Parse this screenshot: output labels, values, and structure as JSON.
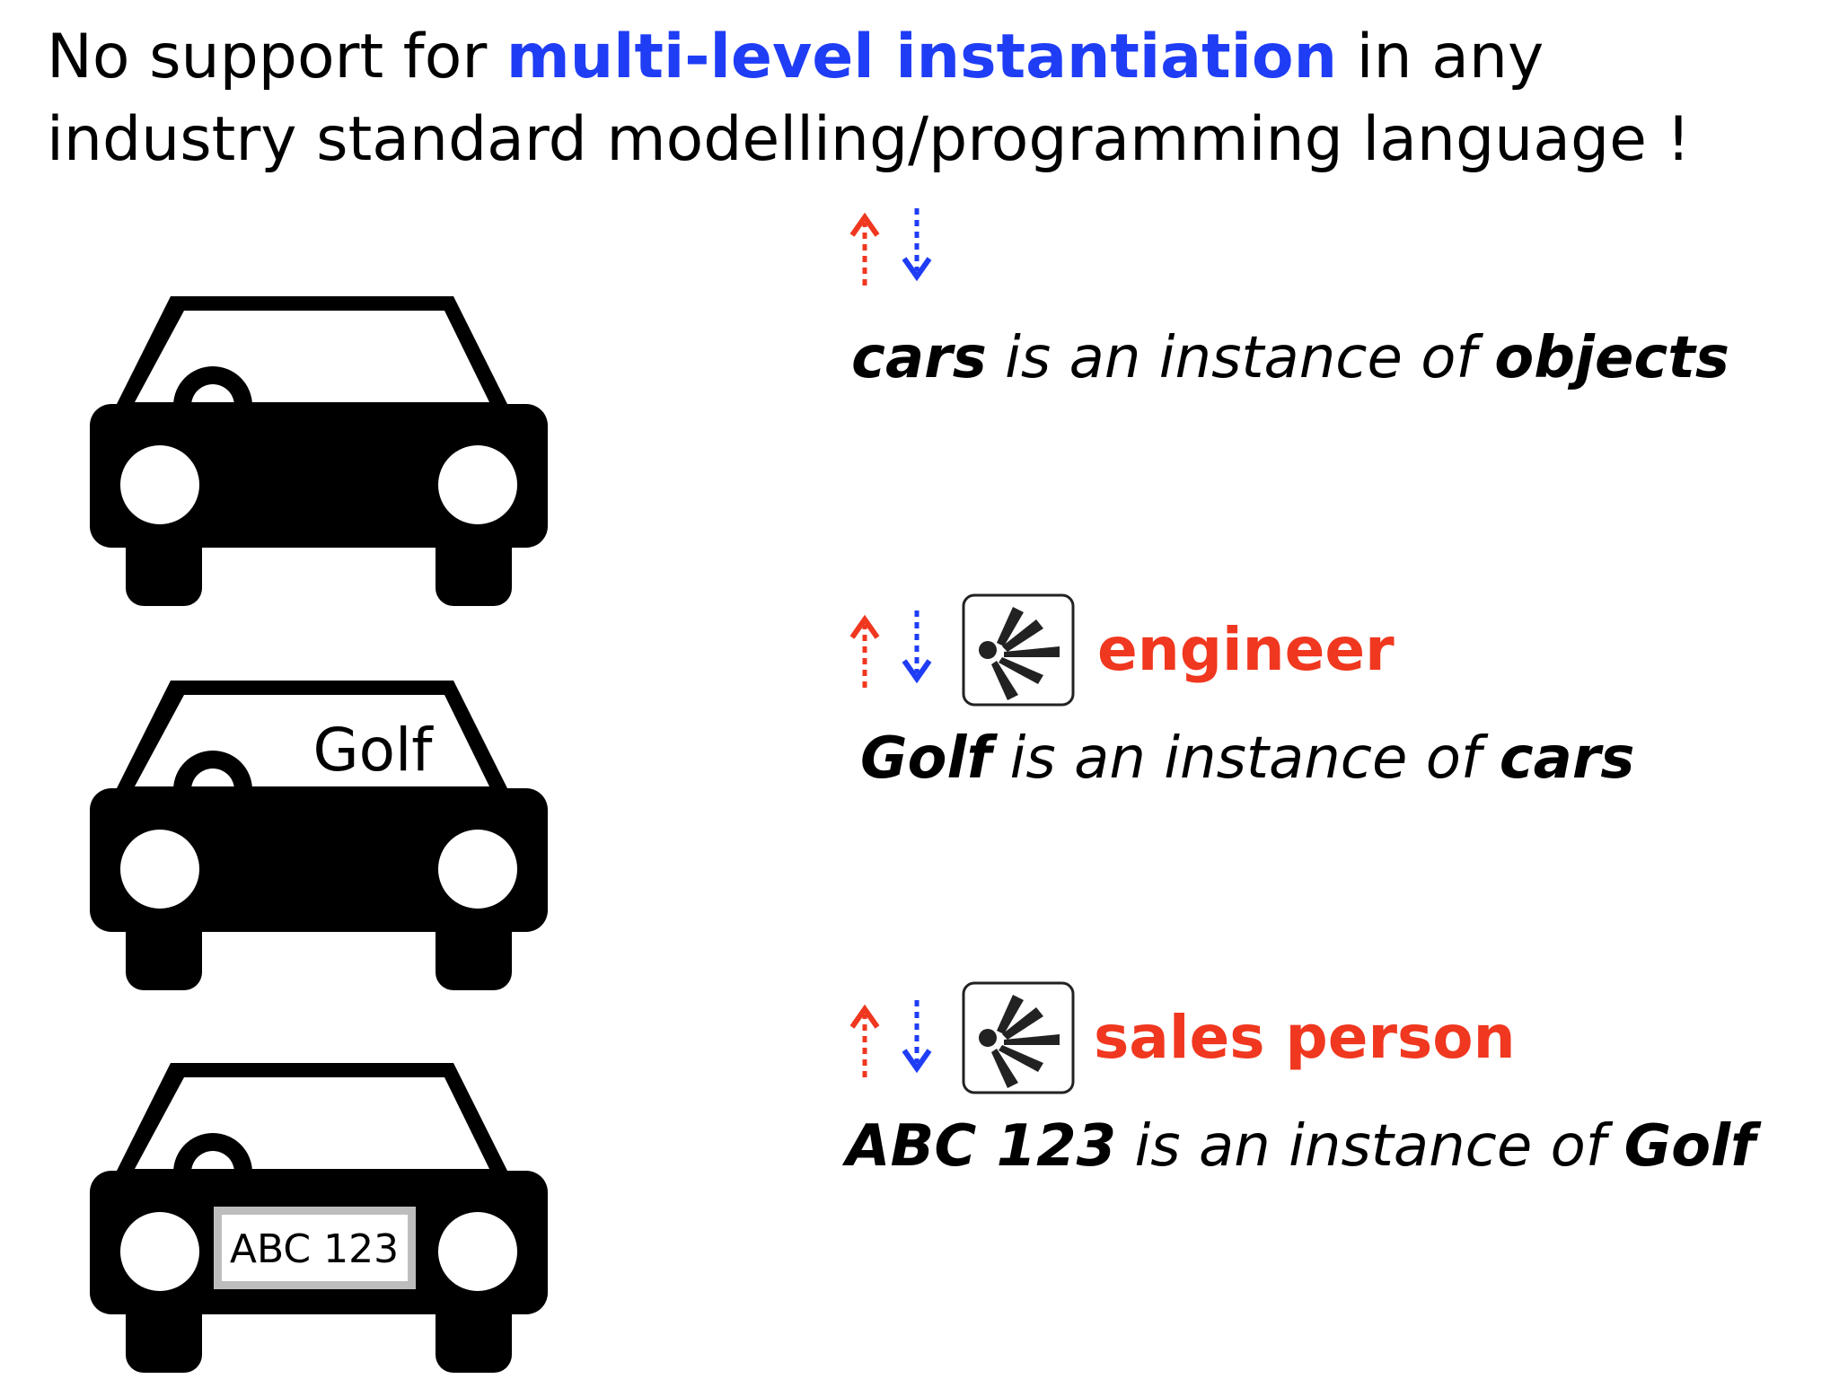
{
  "title": {
    "part1": "No support for ",
    "highlight": "multi-level instantiation",
    "part2": " in any industry standard modelling/programming language !"
  },
  "colors": {
    "highlight_blue": "#1f3df5",
    "up_arrow_red": "#f0371f",
    "down_arrow_blue": "#1f3df5",
    "role_label_red": "#f0371f"
  },
  "cars": [
    {
      "windshield_text": "",
      "plate_text": ""
    },
    {
      "windshield_text": "Golf",
      "plate_text": ""
    },
    {
      "windshield_text": "",
      "plate_text": "ABC 123"
    }
  ],
  "levels": [
    {
      "role_icon": "",
      "role": "",
      "subject": "cars",
      "relation": " is an instance of ",
      "object": "objects"
    },
    {
      "role_icon": "burst-logo-icon",
      "role": "engineer",
      "subject": "Golf",
      "relation": " is an instance of ",
      "object": "cars"
    },
    {
      "role_icon": "burst-logo-icon",
      "role": "sales person",
      "subject": "ABC 123",
      "relation": " is an instance of ",
      "object": "Golf"
    }
  ]
}
